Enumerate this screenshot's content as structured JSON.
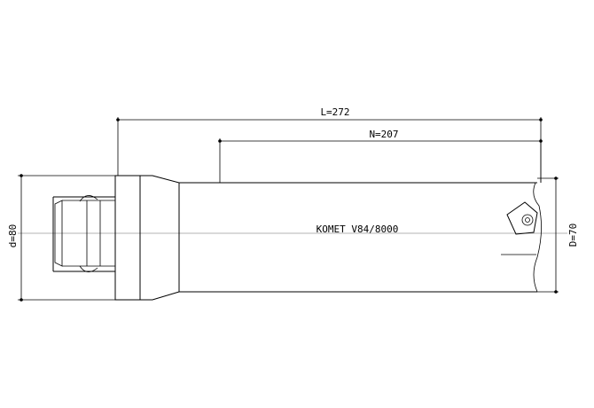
{
  "drawing": {
    "dimensions": {
      "overall_length": "L=272",
      "body_length": "N=207",
      "shank_diameter": "d=80",
      "bore_diameter": "D=70"
    },
    "body_text": "KOMET V84/8000"
  }
}
